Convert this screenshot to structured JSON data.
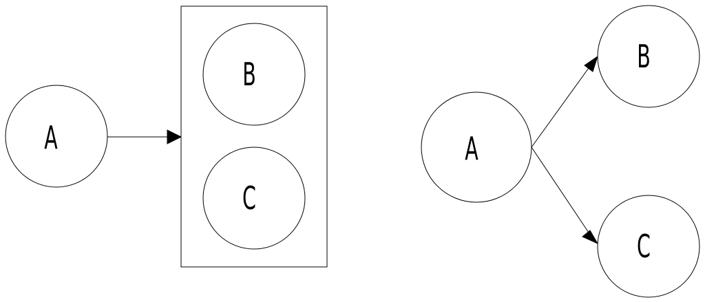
{
  "colors": {
    "stroke": "#000000",
    "fill": "#ffffff",
    "background": "#ffffff"
  },
  "left_diagram": {
    "node_a": {
      "label": "A"
    },
    "group": {
      "node_b": {
        "label": "B"
      },
      "node_c": {
        "label": "C"
      }
    }
  },
  "right_diagram": {
    "node_a": {
      "label": "A"
    },
    "node_b": {
      "label": "B"
    },
    "node_c": {
      "label": "C"
    }
  }
}
